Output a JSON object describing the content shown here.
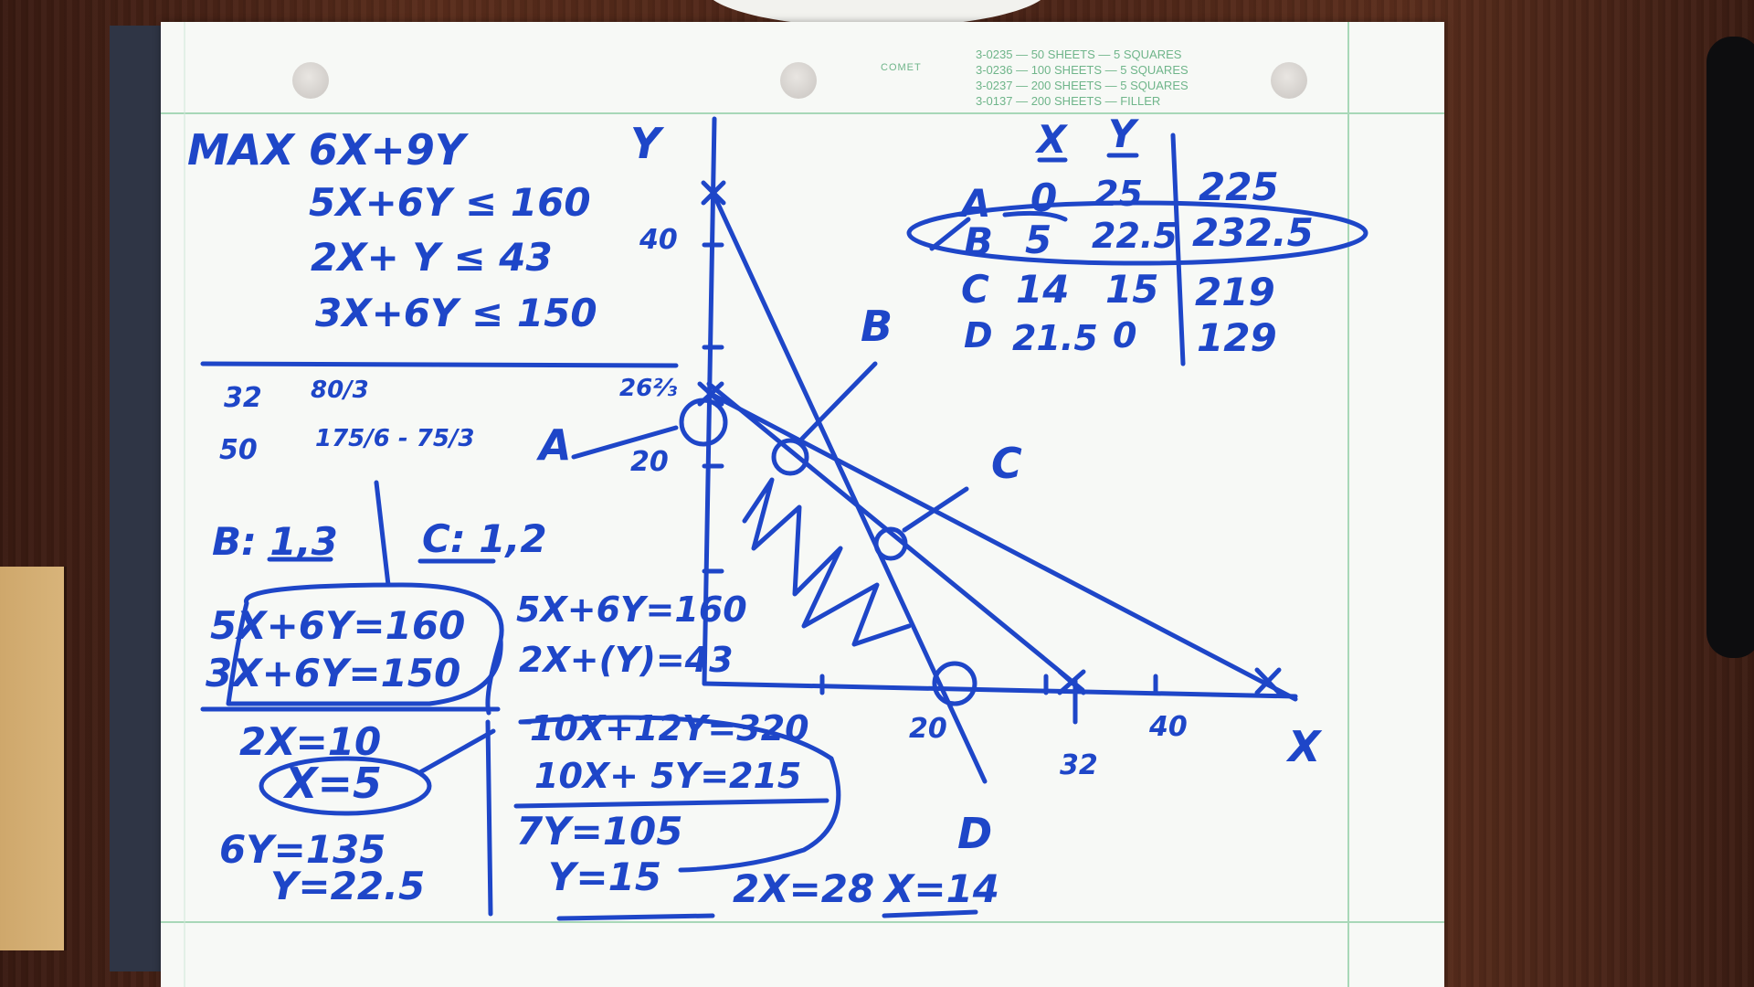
{
  "header": {
    "brand": "COMET",
    "spec_lines": [
      "3-0235 — 50 SHEETS — 5 SQUARES",
      "3-0236 — 100 SHEETS — 5 SQUARES",
      "3-0237 — 200 SHEETS — 5 SQUARES",
      "3-0137 — 200 SHEETS — FILLER"
    ]
  },
  "problem": {
    "objective": "MAX 6X+9Y",
    "constraints": [
      "5X+6Y ≤ 160",
      "2X+ Y ≤ 43",
      "3X+6Y ≤ 150"
    ]
  },
  "intercepts": {
    "row1": [
      "32",
      "80/3",
      "26⅔"
    ],
    "row2": [
      "50",
      "175/6 - 75/3"
    ]
  },
  "pairs": {
    "b": "B: 1,3",
    "c": "C: 1,2"
  },
  "solve_b": {
    "eq1": "5X+6Y=160",
    "eq2": "3X+6Y=150",
    "step1": "2X=10",
    "x": "X=5",
    "step2": "6Y=135",
    "y": "Y=22.5"
  },
  "solve_c": {
    "eq1": "5X+6Y=160",
    "eq2": "2X+(Y)=43",
    "eq3": "10X+12Y=320",
    "eq4": "10X+ 5Y=215",
    "step1": "7Y=105",
    "y": "Y=15",
    "step2": "2X=28",
    "x": "X=14"
  },
  "graph": {
    "axis_y": "Y",
    "axis_x": "X",
    "y_ticks": [
      "40",
      "20"
    ],
    "x_ticks": [
      "20",
      "32",
      "40"
    ],
    "points": [
      "A",
      "B",
      "C",
      "D"
    ]
  },
  "table": {
    "headers": [
      "X",
      "Y"
    ],
    "rows": [
      {
        "label": "A",
        "x": "0",
        "y": "25",
        "value": "225"
      },
      {
        "label": "B",
        "x": "5",
        "y": "22.5",
        "value": "232.5"
      },
      {
        "label": "C",
        "x": "14",
        "y": "15",
        "value": "219"
      },
      {
        "label": "D",
        "x": "21.5",
        "y": "0",
        "value": "129"
      }
    ]
  },
  "colors": {
    "ink": "#1e46c8",
    "paper": "#f7f9f6",
    "print": "#6fb58a"
  }
}
